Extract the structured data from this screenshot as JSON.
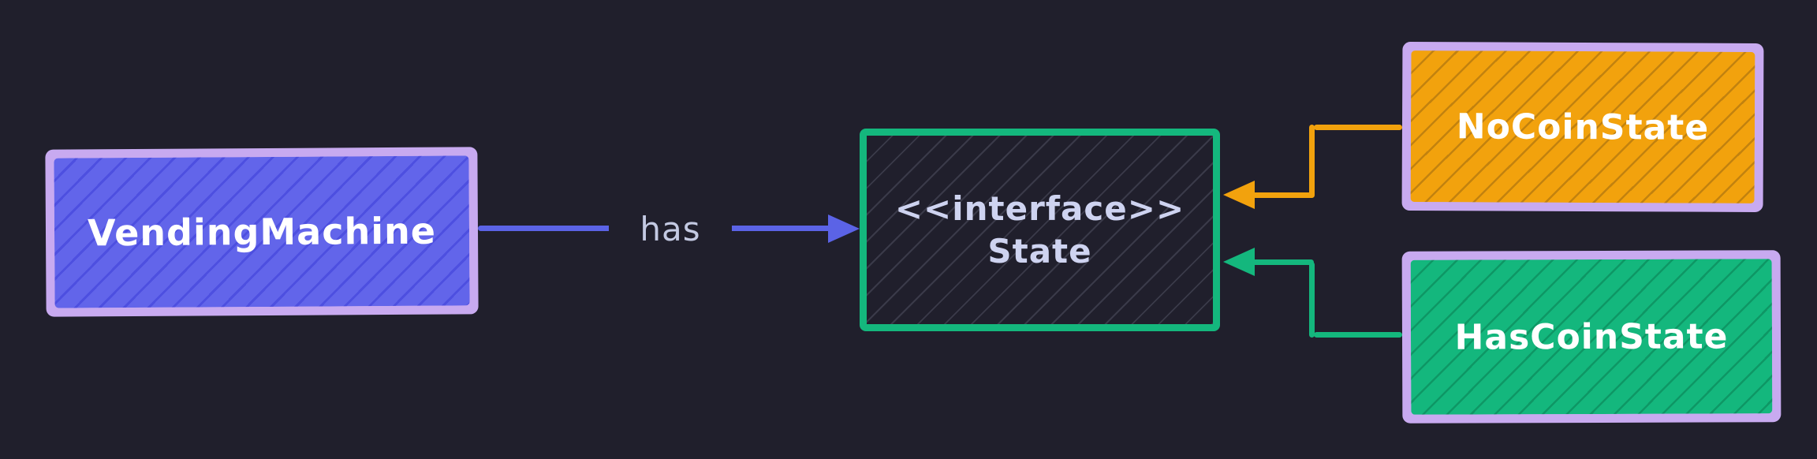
{
  "diagram": {
    "type": "uml-class-diagram",
    "nodes": {
      "vending_machine": {
        "label": "VendingMachine"
      },
      "state_interface": {
        "stereotype": "<<interface>>",
        "name": "State"
      },
      "no_coin_state": {
        "label": "NoCoinState"
      },
      "has_coin_state": {
        "label": "HasCoinState"
      }
    },
    "edges": {
      "vending_to_state": {
        "label": "has",
        "from": "VendingMachine",
        "to": "State"
      },
      "nocoin_to_state": {
        "from": "NoCoinState",
        "to": "State"
      },
      "hascoin_to_state": {
        "from": "HasCoinState",
        "to": "State"
      }
    },
    "colors": {
      "background": "#201f2c",
      "lavender_border": "#c8aaf0",
      "blue_fill": "#6265ea",
      "blue_hatch": "#4d4fe0",
      "orange_fill": "#f2a20d",
      "orange_hatch": "#c2820f",
      "green": "#14b77d",
      "green_hatch": "#0e9765",
      "state_hatch": "rgba(205,212,240,0.15)",
      "arrow_blue": "#5b63e6",
      "edge_label_text": "#c3c9e2",
      "interface_text": "#ced3f0",
      "node_text": "#ffffff"
    }
  }
}
